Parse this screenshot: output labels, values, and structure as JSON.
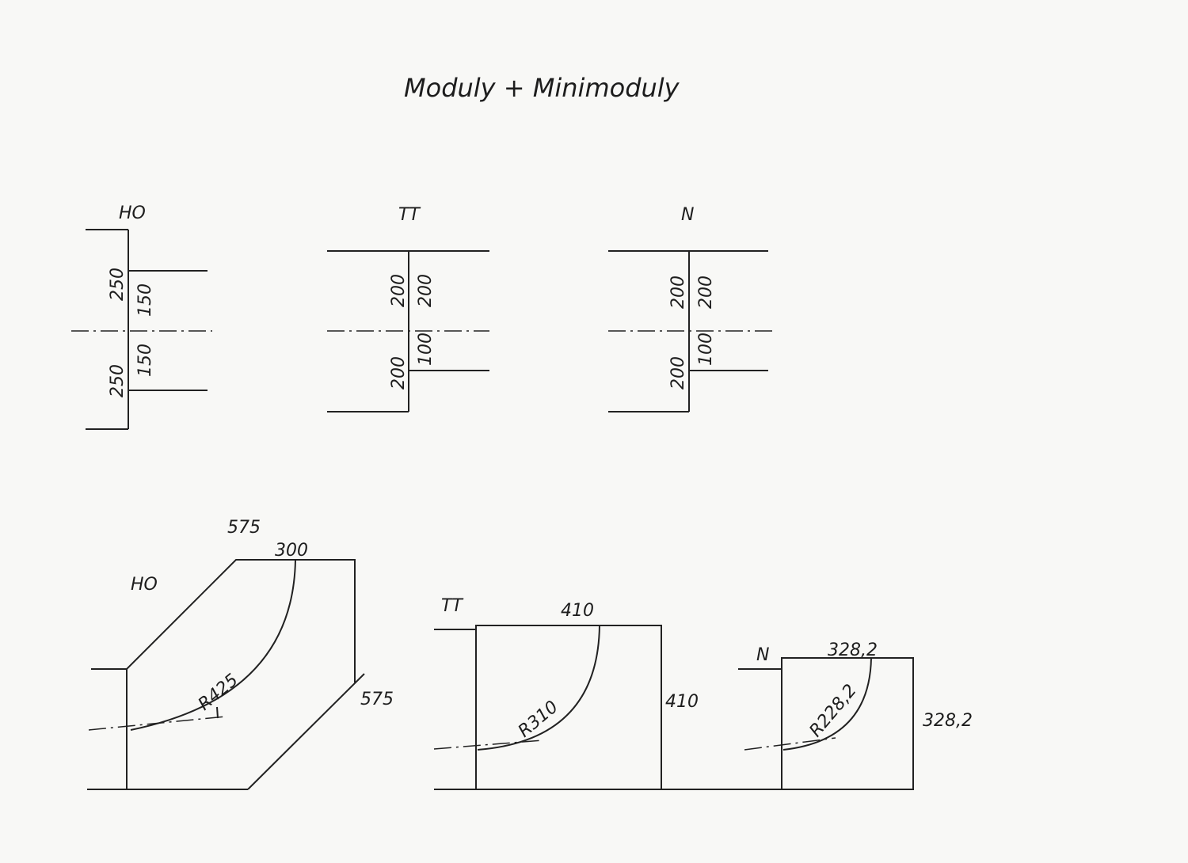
{
  "title": "Moduly + Minimoduly",
  "profiles": [
    {
      "name": "HO",
      "dims": [
        "250",
        "150",
        "250",
        "150"
      ]
    },
    {
      "name": "TT",
      "dims": [
        "200",
        "200",
        "200",
        "100"
      ]
    },
    {
      "name": "N",
      "dims": [
        "200",
        "200",
        "200",
        "100"
      ]
    }
  ],
  "plans": [
    {
      "name": "HO",
      "width": "575",
      "top": "300",
      "side": "575",
      "radius": "R425"
    },
    {
      "name": "TT",
      "top": "410",
      "side": "410",
      "radius": "R310"
    },
    {
      "name": "N",
      "top": "328,2",
      "side": "328,2",
      "radius": "R228,2"
    }
  ]
}
